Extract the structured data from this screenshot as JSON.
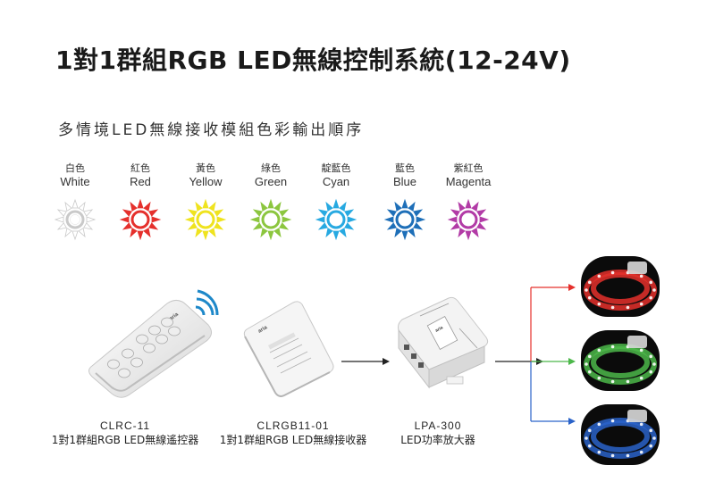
{
  "title": "1對1群組RGB LED無線控制系統(12-24V)",
  "subtitle": "多情境LED無線接收模組色彩輸出順序",
  "colors": [
    {
      "zh": "白色",
      "en": "White",
      "hex": "#e6e6e6"
    },
    {
      "zh": "紅色",
      "en": "Red",
      "hex": "#e5302c"
    },
    {
      "zh": "黃色",
      "en": "Yellow",
      "hex": "#efe31f"
    },
    {
      "zh": "綠色",
      "en": "Green",
      "hex": "#8cc63f"
    },
    {
      "zh": "靛藍色",
      "en": "Cyan",
      "hex": "#27a9e1"
    },
    {
      "zh": "藍色",
      "en": "Blue",
      "hex": "#1e6fb8"
    },
    {
      "zh": "紫紅色",
      "en": "Magenta",
      "hex": "#b23ba6"
    }
  ],
  "devices": {
    "remote": {
      "code": "CLRC-11",
      "name": "1對1群組RGB LED無線遙控器",
      "brand": "aria"
    },
    "receiver": {
      "code": "CLRGB11-01",
      "name": "1對1群組RGB LED無線接收器",
      "brand": "aria"
    },
    "amplifier": {
      "code": "LPA-300",
      "name": "LED功率放大器",
      "brand": "aria"
    }
  },
  "outputs": [
    {
      "color": "red",
      "hex": "#e5302c"
    },
    {
      "color": "green",
      "hex": "#4cb84a"
    },
    {
      "color": "blue",
      "hex": "#2a63c9"
    }
  ]
}
